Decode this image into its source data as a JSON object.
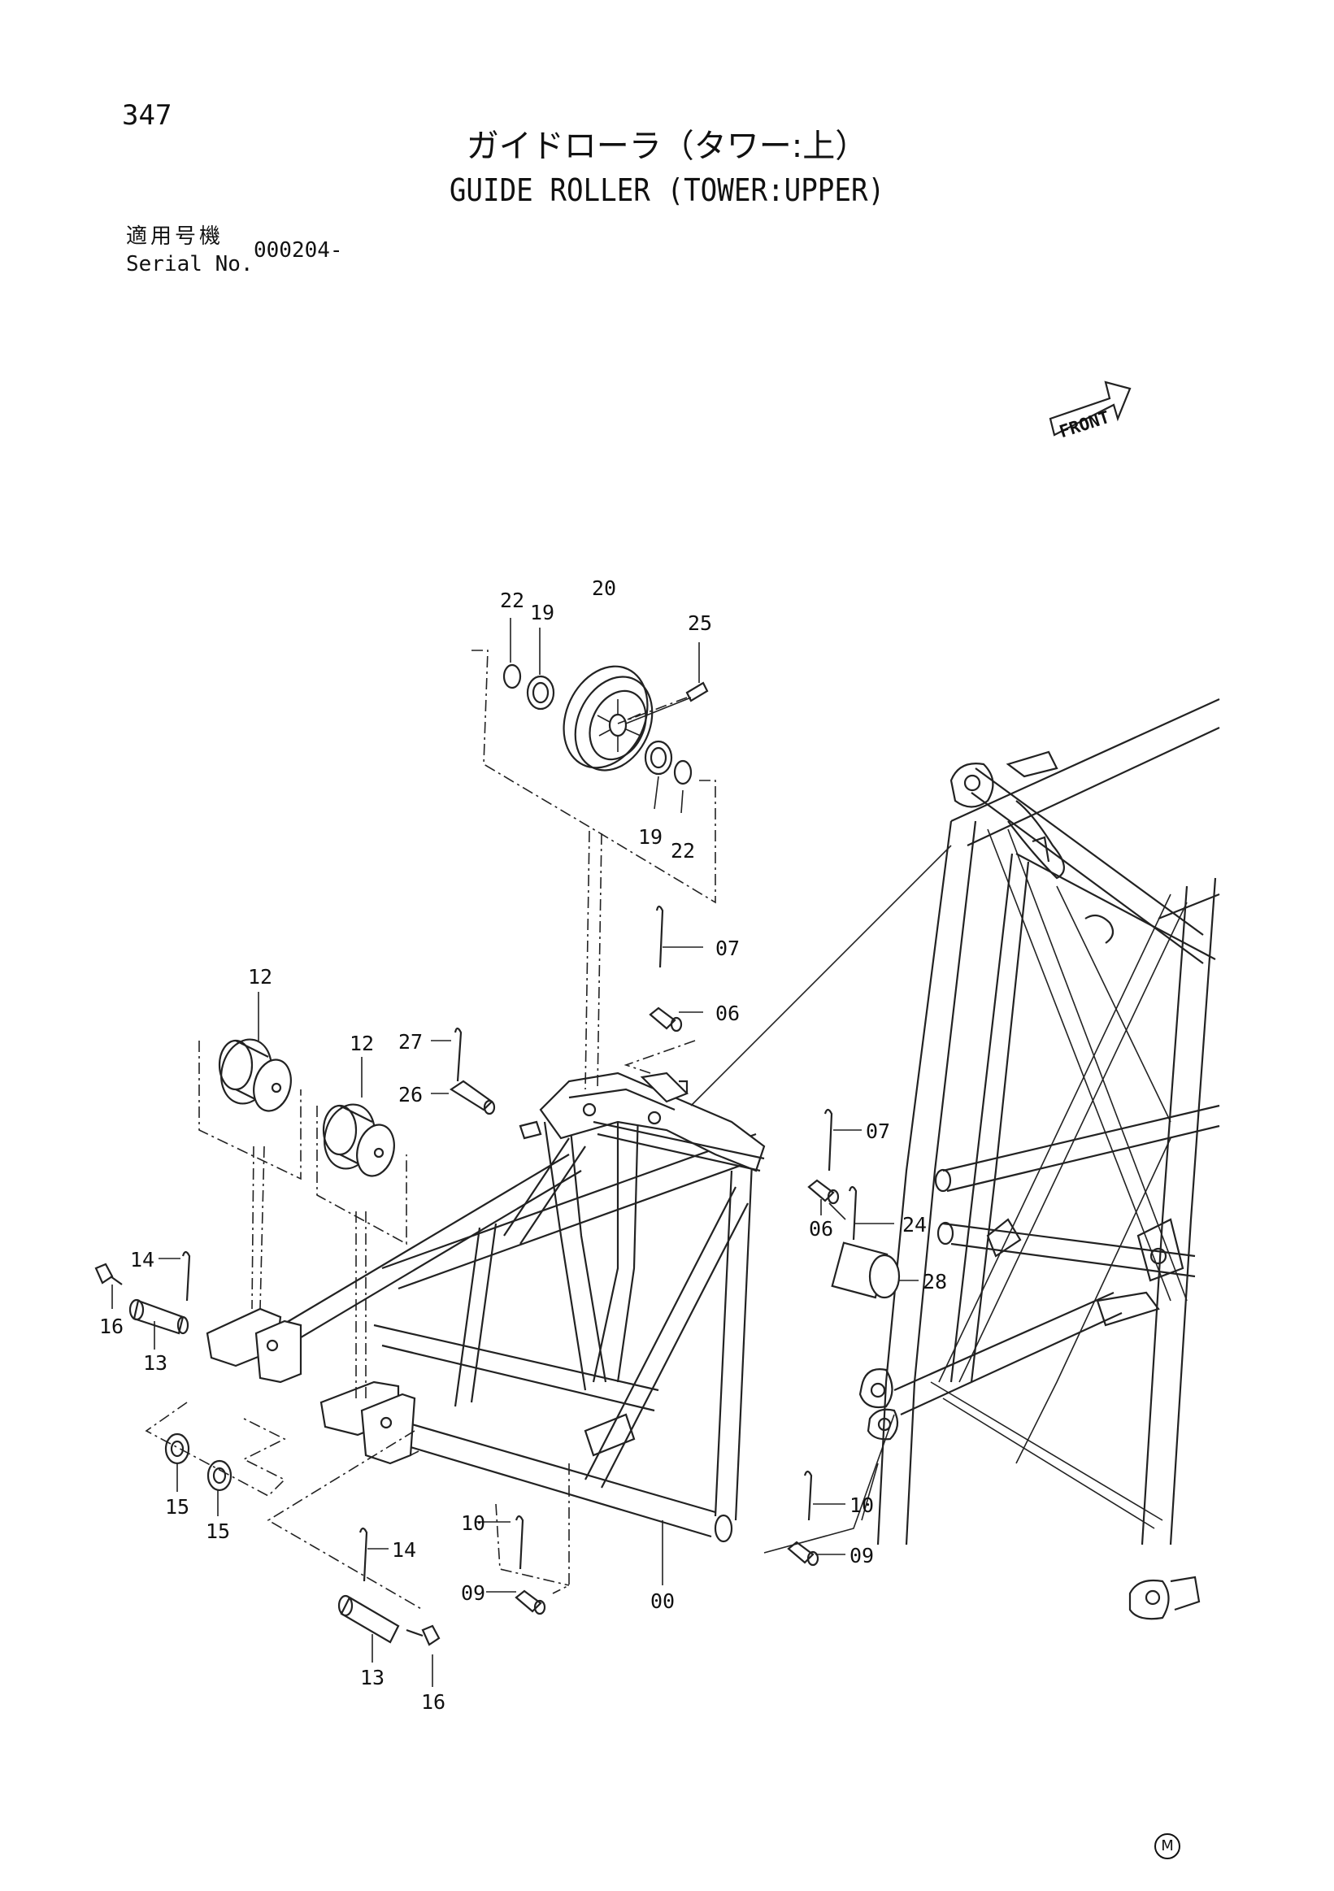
{
  "page_number": "347",
  "title_jp": "ガイドローラ（タワー:上）",
  "title_en": "GUIDE ROLLER (TOWER:UPPER)",
  "serial": {
    "label_jp": "適用号機",
    "label_en": "Serial No.",
    "value": "000204-"
  },
  "front_label": "FRONT",
  "callouts": [
    {
      "id": "c-22a",
      "text": "22"
    },
    {
      "id": "c-19a",
      "text": "19"
    },
    {
      "id": "c-20",
      "text": "20"
    },
    {
      "id": "c-25",
      "text": "25"
    },
    {
      "id": "c-19b",
      "text": "19"
    },
    {
      "id": "c-22b",
      "text": "22"
    },
    {
      "id": "c-07a",
      "text": "07"
    },
    {
      "id": "c-06a",
      "text": "06"
    },
    {
      "id": "c-12a",
      "text": "12"
    },
    {
      "id": "c-12b",
      "text": "12"
    },
    {
      "id": "c-27",
      "text": "27"
    },
    {
      "id": "c-26",
      "text": "26"
    },
    {
      "id": "c-07b",
      "text": "07"
    },
    {
      "id": "c-06b",
      "text": "06"
    },
    {
      "id": "c-24",
      "text": "24"
    },
    {
      "id": "c-28",
      "text": "28"
    },
    {
      "id": "c-14a",
      "text": "14"
    },
    {
      "id": "c-16a",
      "text": "16"
    },
    {
      "id": "c-13a",
      "text": "13"
    },
    {
      "id": "c-15a",
      "text": "15"
    },
    {
      "id": "c-15b",
      "text": "15"
    },
    {
      "id": "c-10a",
      "text": "10"
    },
    {
      "id": "c-09a",
      "text": "09"
    },
    {
      "id": "c-14b",
      "text": "14"
    },
    {
      "id": "c-10b",
      "text": "10"
    },
    {
      "id": "c-09b",
      "text": "09"
    },
    {
      "id": "c-00",
      "text": "00"
    },
    {
      "id": "c-13b",
      "text": "13"
    },
    {
      "id": "c-16b",
      "text": "16"
    }
  ],
  "mark": "M"
}
